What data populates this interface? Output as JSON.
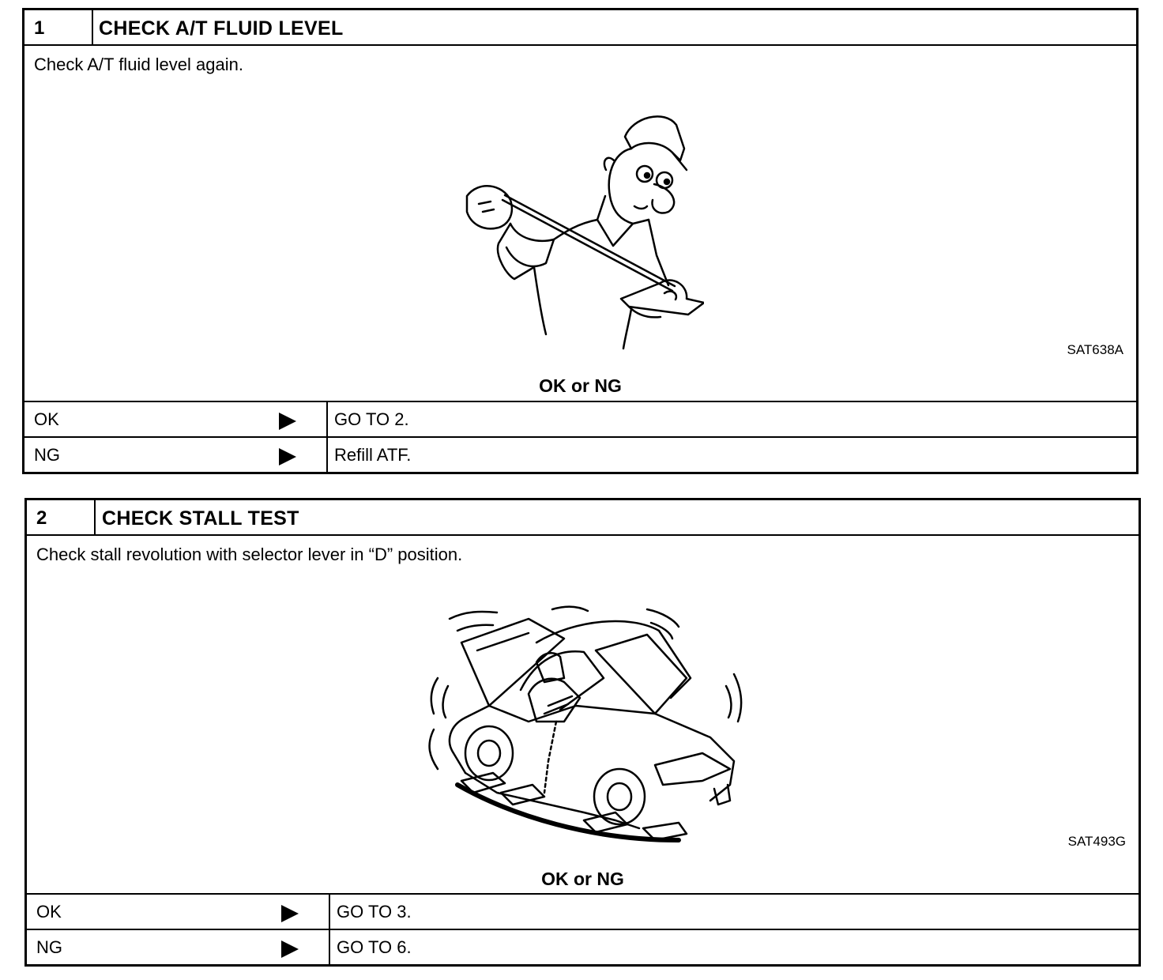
{
  "steps": [
    {
      "number": "1",
      "title": "CHECK A/T FLUID LEVEL",
      "instruction": "Check A/T fluid level again.",
      "figure_icon": "mechanic-checking-dipstick-illustration",
      "figure_code": "SAT638A",
      "verdict": "OK or NG",
      "results": [
        {
          "label": "OK",
          "action": "GO TO 2."
        },
        {
          "label": "NG",
          "action": "Refill ATF."
        }
      ]
    },
    {
      "number": "2",
      "title": "CHECK STALL TEST",
      "instruction": "Check stall revolution with selector lever in “D” position.",
      "figure_icon": "car-stall-test-illustration",
      "figure_code": "SAT493G",
      "verdict": "OK or NG",
      "results": [
        {
          "label": "OK",
          "action": "GO TO 3."
        },
        {
          "label": "NG",
          "action": "GO TO 6."
        }
      ]
    }
  ]
}
